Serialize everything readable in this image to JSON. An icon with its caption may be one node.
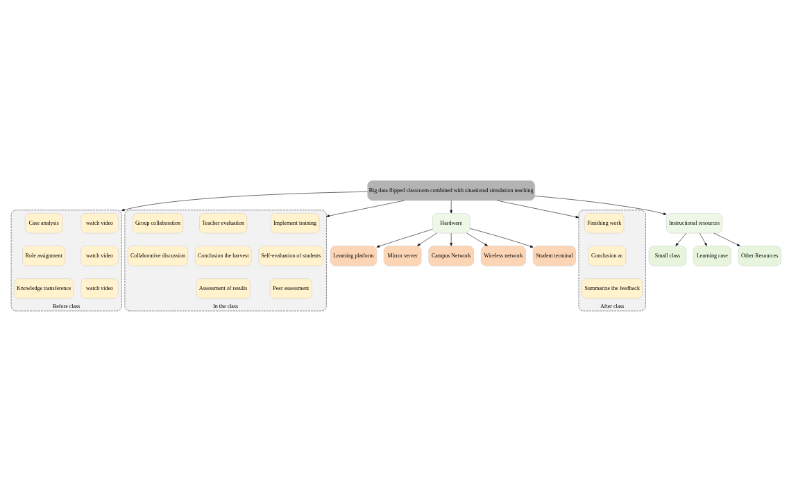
{
  "diagram": {
    "nodes": [
      {
        "text": [
          "Learning platform"
        ]
      },
      {
        "text": [
          "Mirror server"
        ]
      },
      {
        "text": [
          "Campus Network"
        ]
      },
      {
        "text": [
          "Wireless network"
        ]
      },
      {
        "text": [
          "Student terminal"
        ]
      },
      {
        "text": [
          "Small class"
        ]
      },
      {
        "text": [
          "Learning case"
        ]
      },
      {
        "text": [
          "Other Resources"
        ]
      },
      {
        "text": [
          "Hardware"
        ]
      },
      {
        "text": [
          "Instructional resources"
        ]
      },
      {
        "text": [
          "Big data flipped classroom combined with situational simulation teaching"
        ]
      },
      {
        "text": [
          "Before class"
        ]
      },
      {
        "text": [
          "watch video"
        ],
        "in": 11
      },
      {
        "text": [
          "Case analysis"
        ],
        "in": 11
      },
      {
        "text": [
          "watch video"
        ],
        "in": 11
      },
      {
        "text": [
          "Role assignment"
        ],
        "in": 11
      },
      {
        "text": [
          "watch video"
        ],
        "in": 11
      },
      {
        "text": [
          "Knowledge transference"
        ],
        "in": 11
      },
      {
        "text": [
          "In the class"
        ]
      },
      {
        "text": [
          "Implement training"
        ],
        "in": 18
      },
      {
        "text": [
          "Teacher evaluation"
        ],
        "in": 18
      },
      {
        "text": [
          "Group collaboration"
        ],
        "in": 18
      },
      {
        "text": [
          "Self-evaluation of students"
        ],
        "in": 18
      },
      {
        "text": [
          "Conclusion the harvest"
        ],
        "in": 18
      },
      {
        "text": [
          "Collaborative discussion"
        ],
        "in": 18
      },
      {
        "text": [
          "Peer assessment"
        ],
        "in": 18
      },
      {
        "text": [
          "Assessment of results"
        ],
        "in": 18
      },
      {
        "text": [
          "After class"
        ]
      },
      {
        "text": [
          "Finishing work"
        ],
        "in": 27
      },
      {
        "text": [
          "Conclusion ac"
        ],
        "in": 27
      },
      {
        "text": [
          "Summarize the feedback"
        ],
        "in": 27
      }
    ],
    "edges": [
      {
        "from": 8,
        "to": 0,
        "arrow": "to"
      },
      {
        "from": 8,
        "to": 1,
        "arrow": "to"
      },
      {
        "from": 8,
        "to": 2,
        "arrow": "to"
      },
      {
        "from": 8,
        "to": 3,
        "arrow": "to"
      },
      {
        "from": 8,
        "to": 4,
        "arrow": "to"
      },
      {
        "from": 9,
        "to": 5,
        "arrow": "to"
      },
      {
        "from": 9,
        "to": 6,
        "arrow": "to"
      },
      {
        "from": 9,
        "to": 7,
        "arrow": "to"
      },
      {
        "from": 10,
        "to": 8,
        "arrow": "to"
      },
      {
        "from": 10,
        "to": 9,
        "arrow": "to"
      },
      {
        "from": 10,
        "to": 11,
        "arrow": "to"
      },
      {
        "from": 10,
        "to": 18,
        "arrow": "to"
      },
      {
        "from": 10,
        "to": 27,
        "arrow": "to"
      }
    ]
  }
}
